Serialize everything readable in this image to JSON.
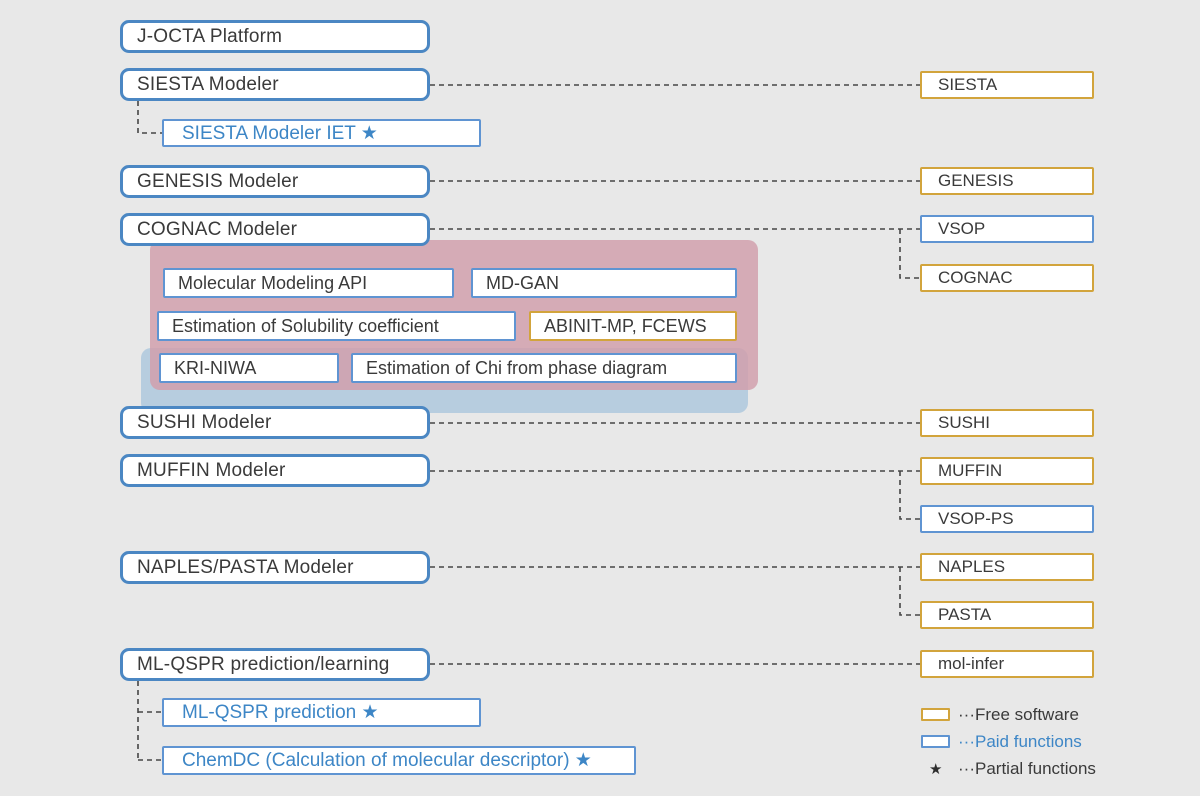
{
  "left_column": {
    "boxes": [
      {
        "label": "J-OCTA Platform"
      },
      {
        "label": "SIESTA Modeler"
      },
      {
        "label": "GENESIS Modeler"
      },
      {
        "label": "COGNAC Modeler"
      },
      {
        "label": "SUSHI Modeler"
      },
      {
        "label": "MUFFIN Modeler"
      },
      {
        "label": "NAPLES/PASTA Modeler"
      },
      {
        "label": "ML-QSPR prediction/learning"
      }
    ],
    "sub_boxes": [
      {
        "label": "SIESTA Modeler IET ★"
      },
      {
        "label": "ML-QSPR prediction ★"
      },
      {
        "label": "ChemDC (Calculation of molecular descriptor) ★"
      }
    ]
  },
  "function_boxes": [
    {
      "label": "Molecular Modeling API",
      "type": "paid"
    },
    {
      "label": "MD-GAN",
      "type": "paid"
    },
    {
      "label": "Estimation of Solubility coefficient",
      "type": "paid"
    },
    {
      "label": "ABINIT-MP, FCEWS",
      "type": "free"
    },
    {
      "label": "KRI-NIWA",
      "type": "paid"
    },
    {
      "label": "Estimation of Chi from phase diagram",
      "type": "paid"
    }
  ],
  "right_column": [
    {
      "label": "SIESTA",
      "type": "free"
    },
    {
      "label": "GENESIS",
      "type": "free"
    },
    {
      "label": "VSOP",
      "type": "paid"
    },
    {
      "label": "COGNAC",
      "type": "free"
    },
    {
      "label": "SUSHI",
      "type": "free"
    },
    {
      "label": "MUFFIN",
      "type": "free"
    },
    {
      "label": "VSOP-PS",
      "type": "paid"
    },
    {
      "label": "NAPLES",
      "type": "free"
    },
    {
      "label": "PASTA",
      "type": "free"
    },
    {
      "label": "mol-infer",
      "type": "free"
    }
  ],
  "legend": {
    "free_label": "···Free software",
    "paid_label": "···Paid functions",
    "partial_star": "★",
    "partial_label": "···Partial functions"
  },
  "colors": {
    "background": "#e8e8e8",
    "main_border_blue": "#4b87c3",
    "thin_border_blue": "#5f94d2",
    "free_border_orange": "#d2a43c",
    "paid_text_blue": "#3d86c6",
    "pink_band": "#d5a2ae",
    "blue_band": "#b7cddf",
    "dark_text": "#3a3a3a"
  }
}
